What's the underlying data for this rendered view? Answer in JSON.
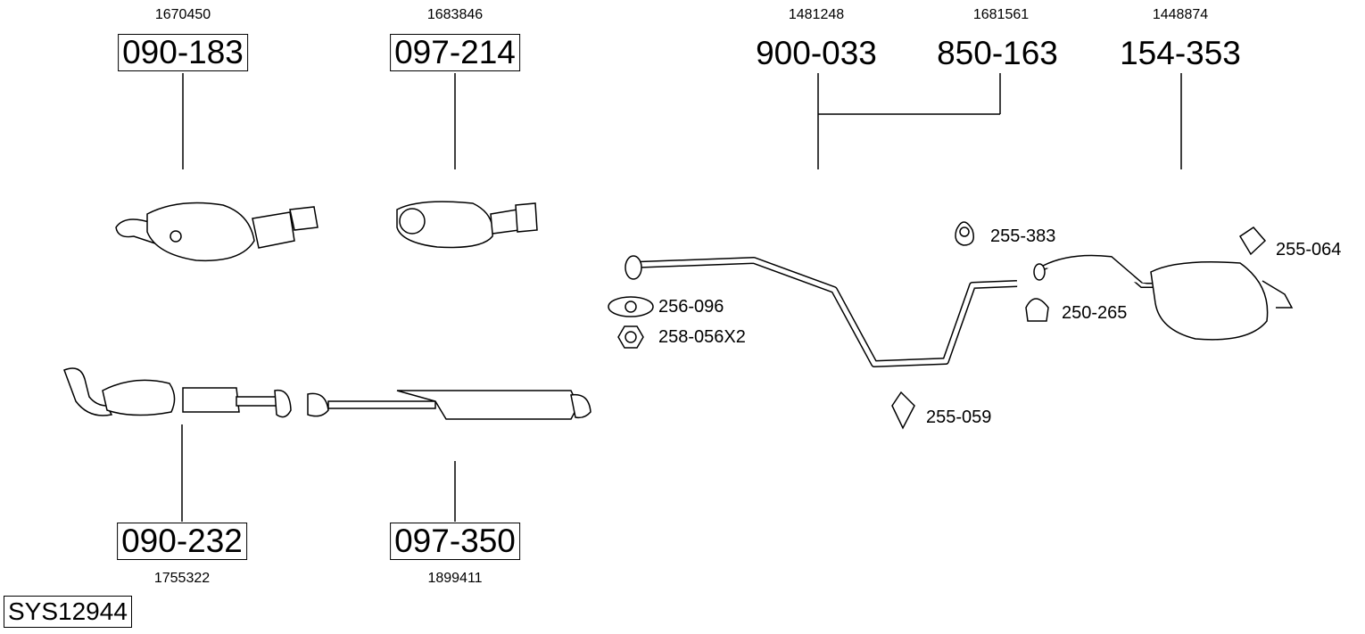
{
  "parts": [
    {
      "ref": "090-183",
      "code": "1670450",
      "boxed": true
    },
    {
      "ref": "097-214",
      "code": "1683846",
      "boxed": true
    },
    {
      "ref": "900-033",
      "code": "1481248",
      "boxed": false
    },
    {
      "ref": "850-163",
      "code": "1681561",
      "boxed": false
    },
    {
      "ref": "154-353",
      "code": "1448874",
      "boxed": false
    },
    {
      "ref": "090-232",
      "code": "1755322",
      "boxed": true
    },
    {
      "ref": "097-350",
      "code": "1899411",
      "boxed": true
    }
  ],
  "accessories": [
    "255-383",
    "255-064",
    "256-096",
    "258-056X2",
    "250-265",
    "255-059"
  ],
  "system_id": "SYS12944"
}
